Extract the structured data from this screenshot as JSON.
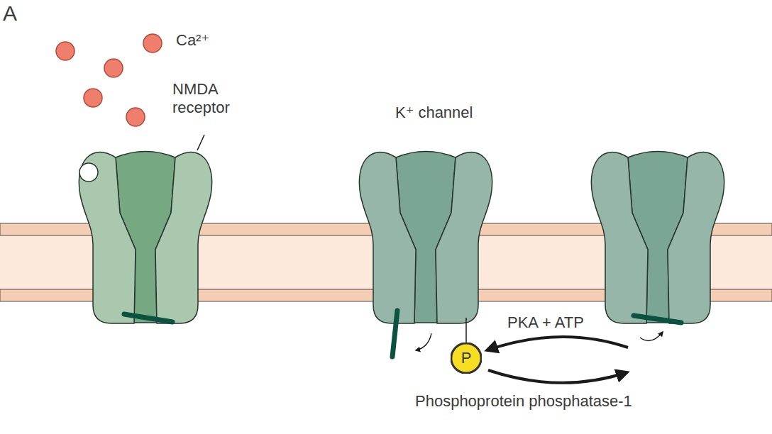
{
  "diagram": {
    "nodes": [
      {
        "text": [
          "P"
        ]
      }
    ],
    "labels": [
      "A",
      "Ca²⁺",
      "NMDA receptor",
      "K⁺ channel",
      "PKA + ATP",
      "Phosphoprotein phosphatase-1"
    ]
  }
}
